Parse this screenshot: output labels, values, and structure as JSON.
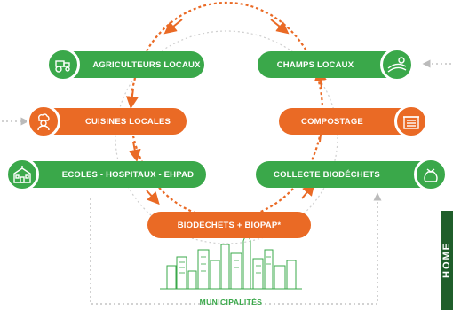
{
  "nodes": {
    "agriculteurs": {
      "label": "AGRICULTEURS LOCAUX",
      "color": "#3aa84a"
    },
    "cuisines": {
      "label": "CUISINES LOCALES",
      "color": "#ea6a25"
    },
    "ecoles": {
      "label": "ECOLES - HOSPITAUX - EHPAD",
      "color": "#3aa84a"
    },
    "champs": {
      "label": "CHAMPS LOCAUX",
      "color": "#3aa84a"
    },
    "compostage": {
      "label": "COMPOSTAGE",
      "color": "#ea6a25"
    },
    "collecte": {
      "label": "COLLECTE BIODÉCHETS",
      "color": "#3aa84a"
    },
    "biodechets": {
      "label": "BIODÉCHETS + BIOPAP*",
      "color": "#ea6a25"
    }
  },
  "footer": {
    "municipalites": "MUNICIPALITÉS"
  },
  "brand": {
    "text": "HOME"
  },
  "icons": {
    "agriculteurs": "tractor-icon",
    "cuisines": "chef-icon",
    "ecoles": "school-icon",
    "champs": "field-icon",
    "compostage": "compost-bin-icon",
    "collecte": "waste-bag-icon",
    "city": "city-skyline-icon"
  },
  "colors": {
    "green": "#3aa84a",
    "orange": "#ea6a25",
    "dark_green": "#1f5e2a",
    "dotted": "#b8b8b8"
  }
}
